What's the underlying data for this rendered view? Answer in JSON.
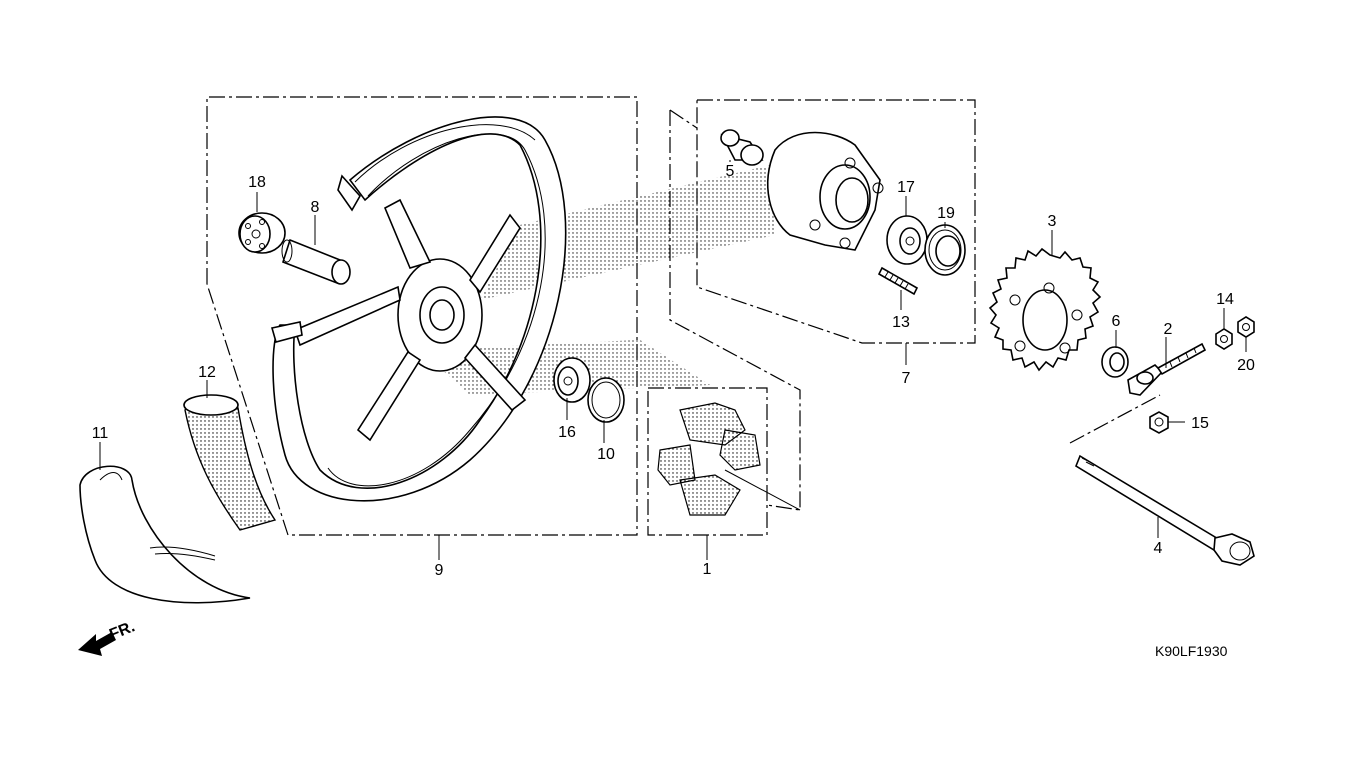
{
  "diagram_code": "K90LF1930",
  "front_indicator": "FR.",
  "callouts": [
    {
      "id": "c1",
      "text": "1"
    },
    {
      "id": "c2",
      "text": "2"
    },
    {
      "id": "c3",
      "text": "3"
    },
    {
      "id": "c4",
      "text": "4"
    },
    {
      "id": "c5",
      "text": "5"
    },
    {
      "id": "c6",
      "text": "6"
    },
    {
      "id": "c7",
      "text": "7"
    },
    {
      "id": "c8",
      "text": "8"
    },
    {
      "id": "c9",
      "text": "9"
    },
    {
      "id": "c10",
      "text": "10"
    },
    {
      "id": "c11",
      "text": "11"
    },
    {
      "id": "c12",
      "text": "12"
    },
    {
      "id": "c13",
      "text": "13"
    },
    {
      "id": "c14",
      "text": "14"
    },
    {
      "id": "c15",
      "text": "15"
    },
    {
      "id": "c16",
      "text": "16"
    },
    {
      "id": "c17",
      "text": "17"
    },
    {
      "id": "c18",
      "text": "18"
    },
    {
      "id": "c19",
      "text": "19"
    },
    {
      "id": "c20",
      "text": "20"
    }
  ]
}
